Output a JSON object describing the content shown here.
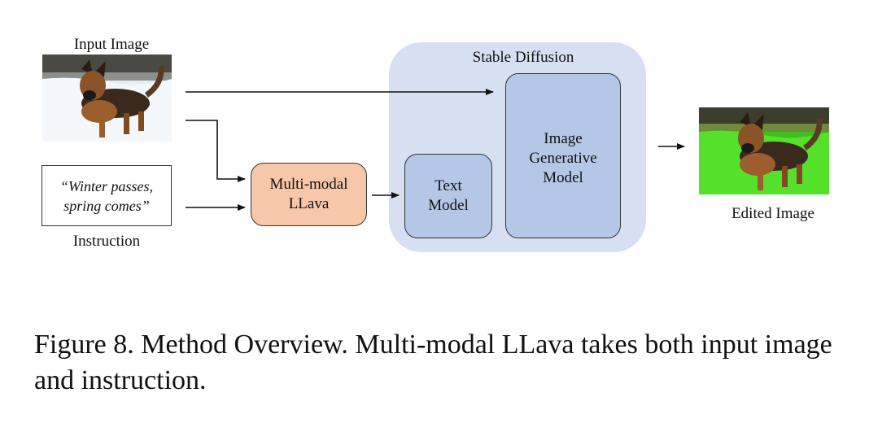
{
  "labels": {
    "input_image": "Input Image",
    "instruction": "Instruction",
    "edited_image": "Edited Image",
    "stable_diffusion": "Stable Diffusion"
  },
  "boxes": {
    "instruction_text": "“Winter passes,\nspring comes”",
    "llava": "Multi-modal\nLLava",
    "text_model": "Text\nModel",
    "generative_model": "Image\nGenerative\nModel"
  },
  "images": {
    "input": "german shepherd running on snow",
    "edited": "german shepherd running on green grass"
  },
  "caption": "Figure 8. Method Overview. Multi-modal LLava takes both input image and instruction.",
  "colors": {
    "stable_diffusion_bg": "#d6e0f2",
    "model_box": "#b4c7e7",
    "llava_box": "#f6c7a8"
  }
}
